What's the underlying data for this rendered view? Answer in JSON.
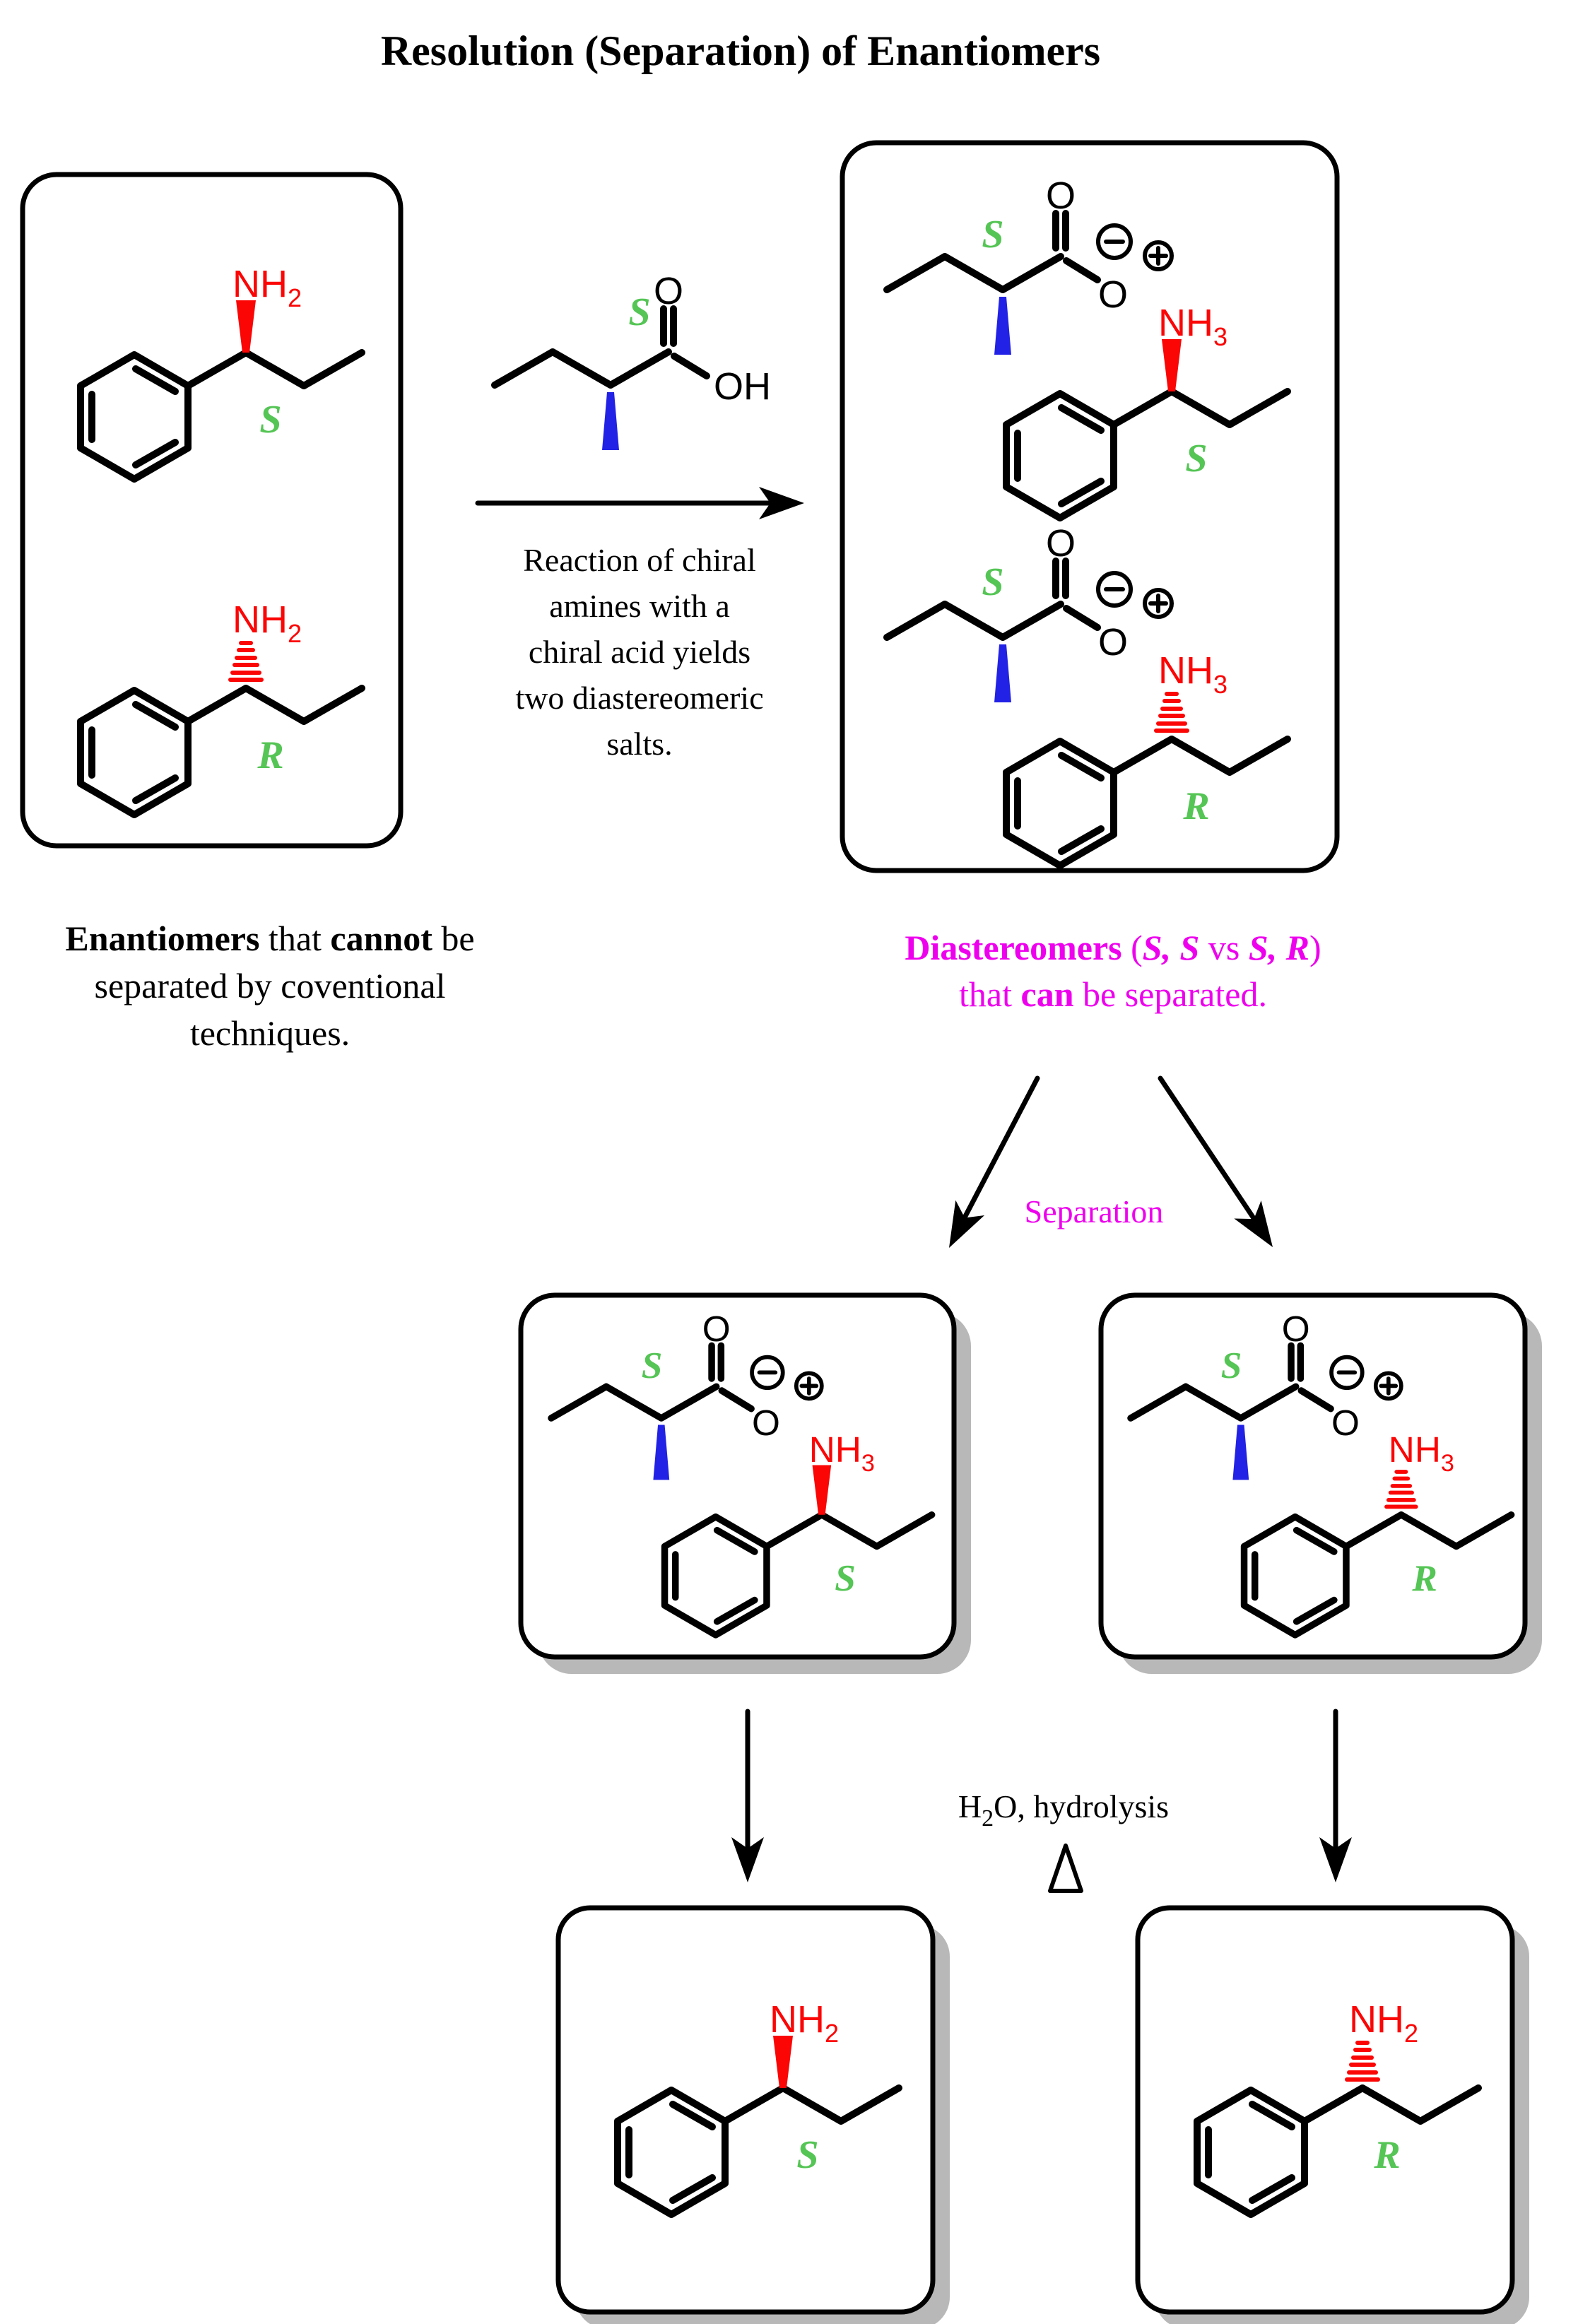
{
  "title": "Resolution (Separation) of Enantiomers",
  "colors": {
    "bond_black": "#000000",
    "heteroatom_red": "#fb0505",
    "stereo_green": "#55c555",
    "wedge_blue": "#2222e6",
    "highlight_magenta": "#ee00ee",
    "box_shadow_gray": "#b8b8b8"
  },
  "labels": {
    "o": "O",
    "oh": "OH",
    "nh": "NH",
    "sub2": "2",
    "sub3": "3"
  },
  "arrow_note": {
    "lines": [
      "Reaction of chiral",
      "amines with a",
      "chiral acid yields",
      "two diastereomeric",
      "salts."
    ]
  },
  "caption_left": {
    "bold1": "Enantiomers",
    "mid": " that ",
    "bold2": "cannot",
    "tail": " be",
    "line2": "separated by coventional",
    "line3": "techniques."
  },
  "caption_right": {
    "bold1": "Diastereomers",
    "open": " (",
    "ss": "S, S",
    "vs": " vs ",
    "sr": "S, R",
    "close": ")",
    "line2_pre": "that ",
    "line2_bold": "can",
    "line2_tail": " be separated."
  },
  "separation_label": "Separation",
  "hydrolysis": {
    "h": "H",
    "sub": "2",
    "tail": "O, hydrolysis",
    "delta": "Δ"
  },
  "structures": {
    "enantiomer_s": {
      "stereo": "S"
    },
    "enantiomer_r": {
      "stereo": "R"
    },
    "chiral_acid": {
      "stereo": "S"
    },
    "salt_ss": {
      "acid_stereo": "S",
      "amine_stereo": "S"
    },
    "salt_sr": {
      "acid_stereo": "S",
      "amine_stereo": "R"
    },
    "separated_ss": {
      "acid_stereo": "S",
      "amine_stereo": "S"
    },
    "separated_sr": {
      "acid_stereo": "S",
      "amine_stereo": "R"
    },
    "product_s": {
      "stereo": "S"
    },
    "product_r": {
      "stereo": "R"
    }
  }
}
